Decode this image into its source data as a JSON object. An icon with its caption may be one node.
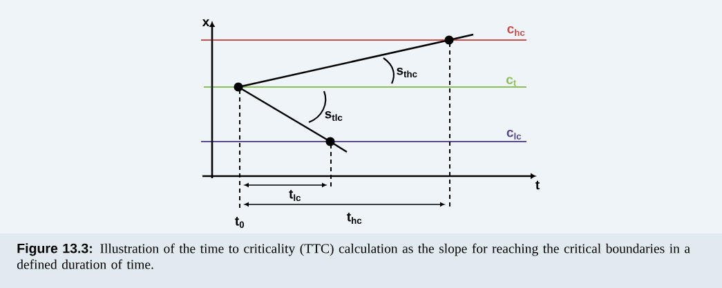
{
  "diagram": {
    "caption": "**Figure 13.3:** Illustration of the time to criticality (TTC) calculation as the slope for reaching the critical boundaries in a defined duration of time.",
    "nodes": [
      {
        "text": [],
        "shape": "circle"
      },
      {
        "text": [],
        "shape": "circle"
      },
      {
        "text": [],
        "shape": "circle"
      }
    ],
    "edges": [
      {
        "from": 0,
        "to": 2,
        "arrow": "none"
      },
      {
        "from": 0,
        "to": 1,
        "arrow": "none"
      }
    ],
    "labels": [
      "x",
      "t",
      "c$_{hc}$",
      "c$_{t}$",
      "c$_{lc}$",
      "s$_{thc}$",
      "s$_{tlc}$",
      "t$_{lc}$",
      "t$_{0}$",
      "t$_{hc}$"
    ]
  }
}
